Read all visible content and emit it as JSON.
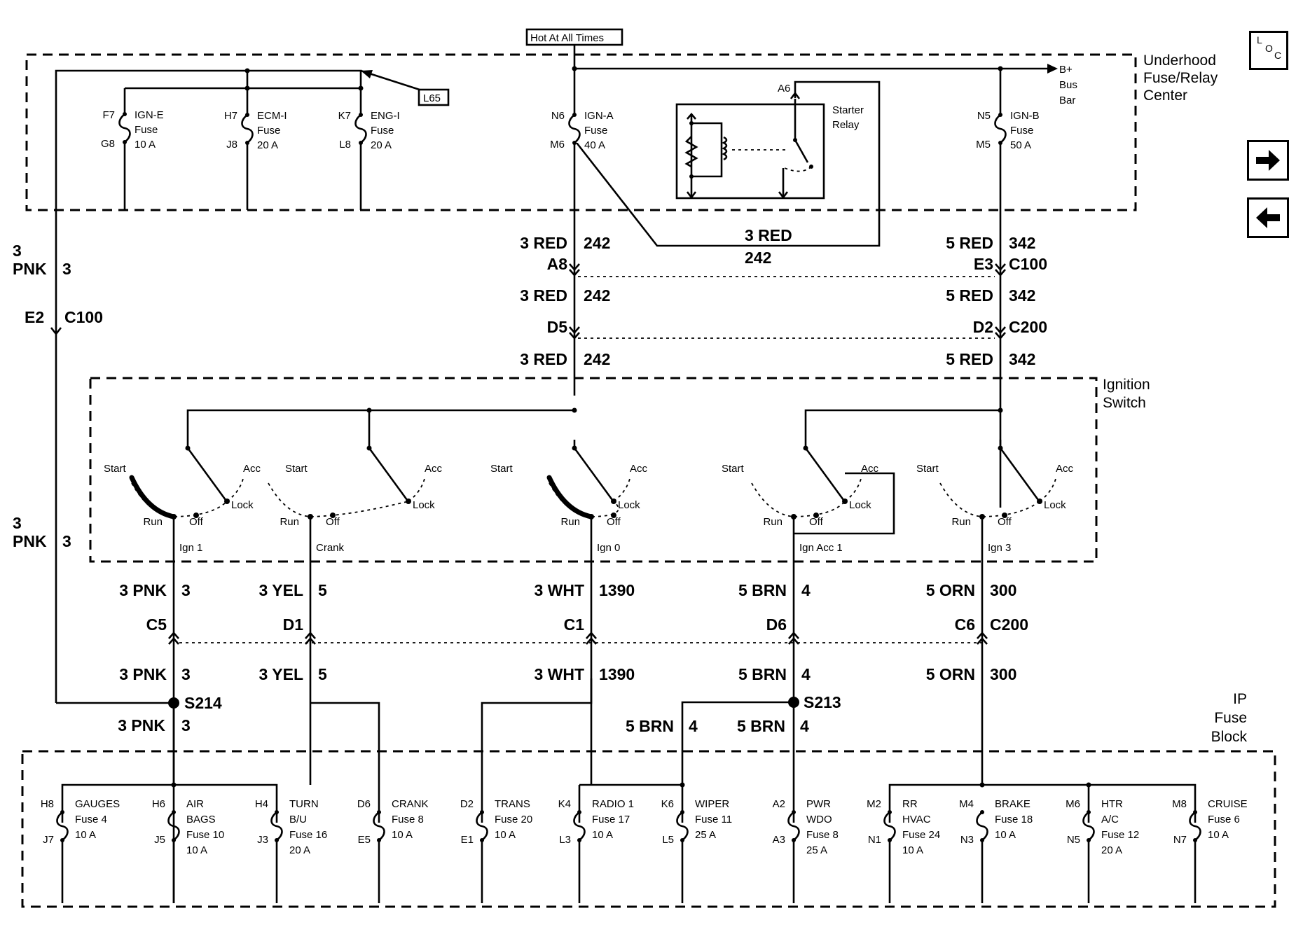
{
  "top": {
    "hot": "Hot At All Times",
    "l65": "L65",
    "bplus": "B+",
    "bus": "Bus",
    "bar": "Bar"
  },
  "underhood": {
    "line1": "Underhood",
    "line2": "Fuse/Relay",
    "line3": "Center"
  },
  "ignition_title": {
    "line1": "Ignition",
    "line2": "Switch"
  },
  "ip_title": {
    "line1": "IP",
    "line2": "Fuse",
    "line3": "Block"
  },
  "uh_fuses": [
    {
      "top": "F7",
      "bot": "G8",
      "name": "IGN-E",
      "l2": "Fuse",
      "amp": "10 A"
    },
    {
      "top": "H7",
      "bot": "J8",
      "name": "ECM-I",
      "l2": "Fuse",
      "amp": "20 A"
    },
    {
      "top": "K7",
      "bot": "L8",
      "name": "ENG-I",
      "l2": "Fuse",
      "amp": "20 A"
    },
    {
      "top": "N6",
      "bot": "M6",
      "name": "IGN-A",
      "l2": "Fuse",
      "amp": "40 A"
    },
    {
      "top": "N5",
      "bot": "M5",
      "name": "IGN-B",
      "l2": "Fuse",
      "amp": "50 A"
    }
  ],
  "starter": {
    "pin": "A6",
    "l1": "Starter",
    "l2": "Relay"
  },
  "wires": {
    "pnk_top_a": "3",
    "pnk_top_b": "PNK",
    "pnk_top_c": "3",
    "e2": "E2",
    "c100_l": "C100",
    "pnk_mid_a": "3",
    "pnk_mid_b": "PNK",
    "pnk_mid_c": "3",
    "red_a1": "3 RED",
    "red_a1n": "242",
    "a8": "A8",
    "red_a2": "3 RED",
    "red_a2n": "242",
    "d5": "D5",
    "red_a3": "3 RED",
    "red_a3n": "242",
    "red_s": "3 RED",
    "red_sn": "242",
    "red_b1": "5 RED",
    "red_b1n": "342",
    "e3": "E3",
    "c100_r": "C100",
    "red_b2": "5 RED",
    "red_b2n": "342",
    "d2": "D2",
    "c200_r": "C200",
    "red_b3": "5 RED",
    "red_b3n": "342"
  },
  "switch_labels": {
    "start": "Start",
    "run": "Run",
    "off": "Off",
    "lock": "Lock",
    "acc": "Acc"
  },
  "circuits": [
    {
      "out": "Ign 1",
      "color": "3 PNK",
      "num": "3",
      "conn": "C5",
      "color2": "3 PNK",
      "num2": "3"
    },
    {
      "out": "Crank",
      "color": "3 YEL",
      "num": "5",
      "conn": "D1",
      "color2": "3 YEL",
      "num2": "5"
    },
    {
      "out": "Ign 0",
      "color": "3 WHT",
      "num": "1390",
      "conn": "C1",
      "color2": "3 WHT",
      "num2": "1390"
    },
    {
      "out": "Ign Acc 1",
      "color": "5 BRN",
      "num": "4",
      "conn": "D6",
      "color2": "5 BRN",
      "num2": "4"
    },
    {
      "out": "Ign 3",
      "color": "5 ORN",
      "num": "300",
      "conn": "C6",
      "conn2": "C200",
      "color2": "5 ORN",
      "num2": "300"
    }
  ],
  "splices": {
    "s214": "S214",
    "s213": "S213"
  },
  "below": {
    "pnk": "3 PNK",
    "pnkn": "3",
    "brn_l": "5 BRN",
    "brn_ln": "4",
    "brn_r": "5 BRN",
    "brn_rn": "4"
  },
  "ip_fuses": [
    {
      "top": "H8",
      "bot": "J7",
      "l1": "GAUGES",
      "l2": "Fuse 4",
      "l3": "10 A",
      "l4": ""
    },
    {
      "top": "H6",
      "bot": "J5",
      "l1": "AIR",
      "l2": "BAGS",
      "l3": "Fuse 10",
      "l4": "10 A"
    },
    {
      "top": "H4",
      "bot": "J3",
      "l1": "TURN",
      "l2": "B/U",
      "l3": "Fuse 16",
      "l4": "20 A"
    },
    {
      "top": "D6",
      "bot": "E5",
      "l1": "CRANK",
      "l2": "Fuse 8",
      "l3": "10 A",
      "l4": ""
    },
    {
      "top": "D2",
      "bot": "E1",
      "l1": "TRANS",
      "l2": "Fuse 20",
      "l3": "10 A",
      "l4": ""
    },
    {
      "top": "K4",
      "bot": "L3",
      "l1": "RADIO 1",
      "l2": "Fuse 17",
      "l3": "10 A",
      "l4": ""
    },
    {
      "top": "K6",
      "bot": "L5",
      "l1": "WIPER",
      "l2": "Fuse 11",
      "l3": "25 A",
      "l4": ""
    },
    {
      "top": "A2",
      "bot": "A3",
      "l1": "PWR",
      "l2": "WDO",
      "l3": "Fuse 8",
      "l4": "25 A"
    },
    {
      "top": "M2",
      "bot": "N1",
      "l1": "RR",
      "l2": "HVAC",
      "l3": "Fuse 24",
      "l4": "10 A"
    },
    {
      "top": "M4",
      "bot": "N3",
      "l1": "BRAKE",
      "l2": "Fuse 18",
      "l3": "10 A",
      "l4": ""
    },
    {
      "top": "M6",
      "bot": "N5",
      "l1": "HTR",
      "l2": "A/C",
      "l3": "Fuse 12",
      "l4": "20 A"
    },
    {
      "top": "M8",
      "bot": "N7",
      "l1": "CRUISE",
      "l2": "Fuse 6",
      "l3": "10 A",
      "l4": ""
    }
  ],
  "loc": {
    "a": "L",
    "b": "O",
    "c": "C"
  },
  "icons": {
    "forward": "right-arrow-icon",
    "back": "left-arrow-icon"
  }
}
